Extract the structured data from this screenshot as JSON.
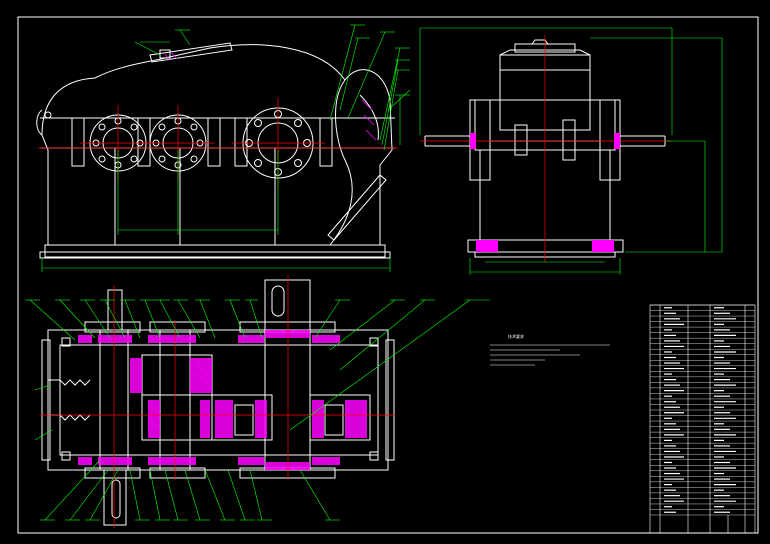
{
  "drawing": {
    "background": "#000000",
    "colors": {
      "outline": "#ffffff",
      "dimension": "#00ff00",
      "centerline": "#ff0000",
      "hatch": "#ff00ff",
      "callout": "#00ff00"
    },
    "views": [
      "front-elevation-view",
      "side-elevation-view",
      "top-section-view",
      "parts-list-table"
    ]
  },
  "notes": {
    "heading": "技术要求",
    "lines": [
      "",
      "",
      "",
      "",
      "",
      ""
    ]
  },
  "parts_table": {
    "row_count": 38,
    "title_block_label": ""
  }
}
